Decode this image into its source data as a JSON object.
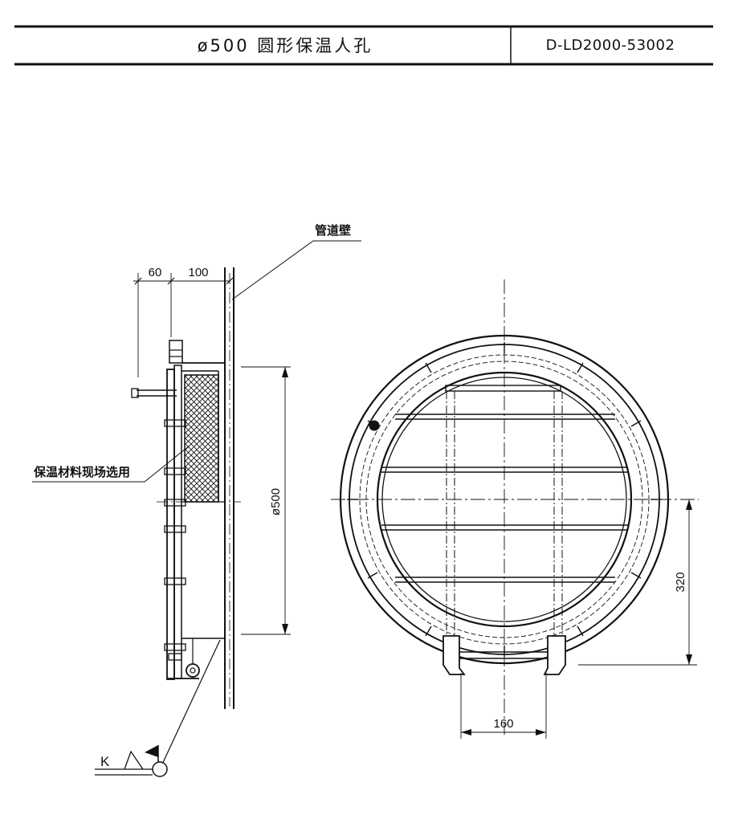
{
  "title_block": {
    "title": "ø500 圆形保温人孔",
    "drawing_code": "D-LD2000-53002"
  },
  "annotations": {
    "pipe_wall": "管道壁",
    "insulation_note": "保温材料现场选用",
    "section_marker": "K"
  },
  "dimensions": {
    "dim_60": "60",
    "dim_100": "100",
    "dim_diameter": "ø500",
    "dim_320": "320",
    "dim_160": "160"
  },
  "colors": {
    "ink": "#111111",
    "paper": "#ffffff"
  }
}
